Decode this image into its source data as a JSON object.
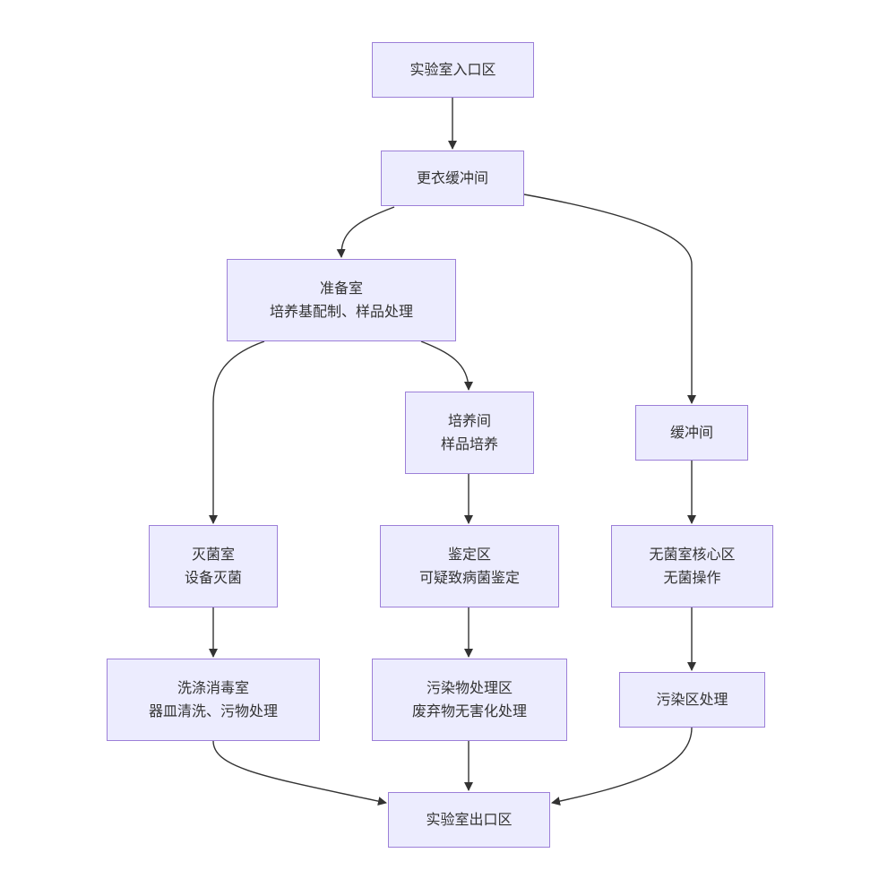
{
  "colors": {
    "node_fill": "#ececfe",
    "node_border": "#9c7fd8",
    "edge": "#333333",
    "text": "#333333"
  },
  "nodes": [
    {
      "id": "entrance",
      "title": "实验室入口区",
      "subtitle": ""
    },
    {
      "id": "changing",
      "title": "更衣缓冲间",
      "subtitle": ""
    },
    {
      "id": "prep",
      "title": "准备室",
      "subtitle": "培养基配制、样品处理"
    },
    {
      "id": "culture",
      "title": "培养间",
      "subtitle": "样品培养"
    },
    {
      "id": "buffer",
      "title": "缓冲间",
      "subtitle": ""
    },
    {
      "id": "sterilize",
      "title": "灭菌室",
      "subtitle": "设备灭菌"
    },
    {
      "id": "identify",
      "title": "鉴定区",
      "subtitle": "可疑致病菌鉴定"
    },
    {
      "id": "aseptic",
      "title": "无菌室核心区",
      "subtitle": "无菌操作"
    },
    {
      "id": "wash",
      "title": "洗涤消毒室",
      "subtitle": "器皿清洗、污物处理"
    },
    {
      "id": "waste",
      "title": "污染物处理区",
      "subtitle": "废弃物无害化处理"
    },
    {
      "id": "contam",
      "title": "污染区处理",
      "subtitle": ""
    },
    {
      "id": "exit",
      "title": "实验室出口区",
      "subtitle": ""
    }
  ],
  "edges": [
    {
      "from": "entrance",
      "to": "changing"
    },
    {
      "from": "changing",
      "to": "prep"
    },
    {
      "from": "changing",
      "to": "buffer"
    },
    {
      "from": "prep",
      "to": "sterilize"
    },
    {
      "from": "prep",
      "to": "culture"
    },
    {
      "from": "buffer",
      "to": "aseptic"
    },
    {
      "from": "culture",
      "to": "identify"
    },
    {
      "from": "sterilize",
      "to": "wash"
    },
    {
      "from": "identify",
      "to": "waste"
    },
    {
      "from": "aseptic",
      "to": "contam"
    },
    {
      "from": "wash",
      "to": "exit"
    },
    {
      "from": "waste",
      "to": "exit"
    },
    {
      "from": "contam",
      "to": "exit"
    }
  ]
}
